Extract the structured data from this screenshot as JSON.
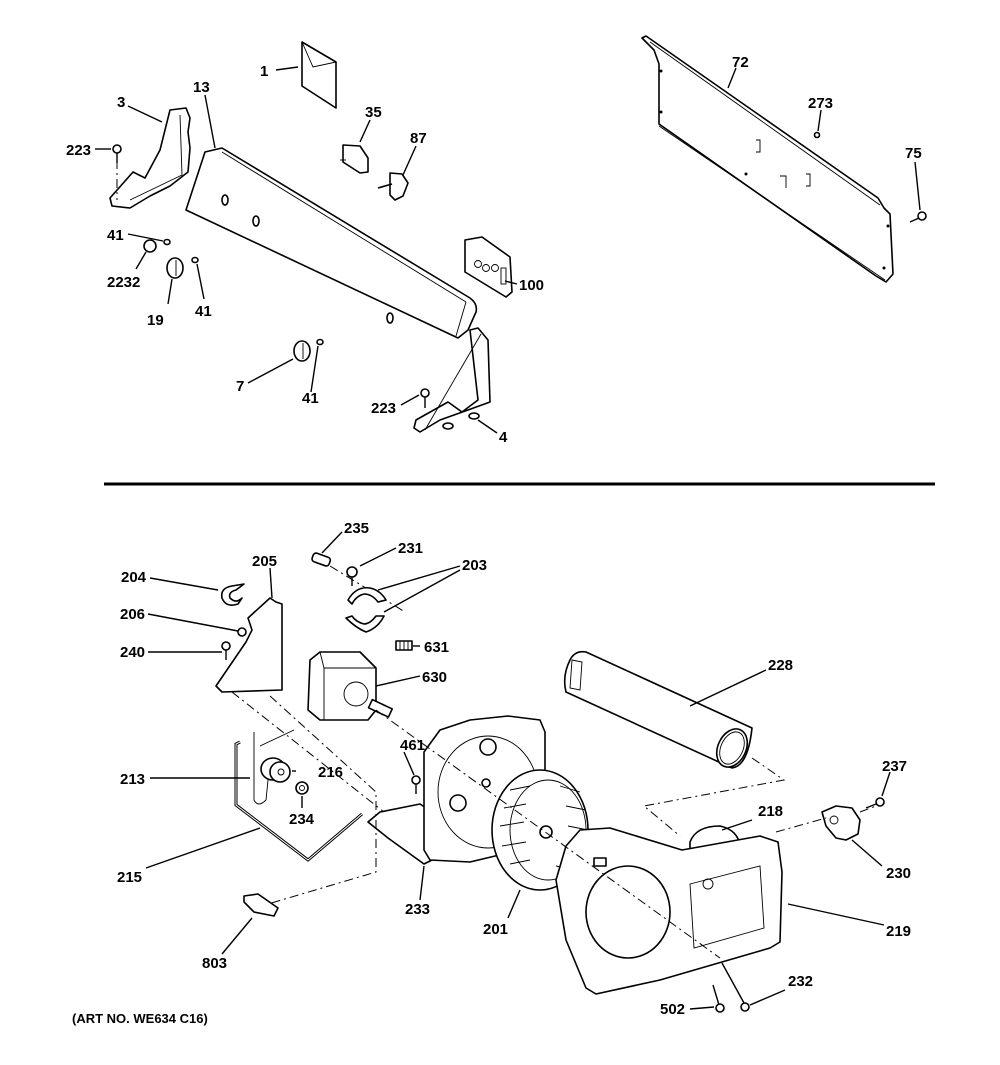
{
  "diagram": {
    "title": "Dryer Backsplash, Blower & Drive Motor Parts Diagram",
    "caption": "(ART NO. WE634 C16)",
    "sections": [
      {
        "name": "backsplash-controls",
        "callouts": [
          {
            "id": "1",
            "label": "1",
            "part": "envelope-literature"
          },
          {
            "id": "3",
            "label": "3",
            "part": "end-cap-left"
          },
          {
            "id": "13",
            "label": "13",
            "part": "backsplash-panel"
          },
          {
            "id": "35",
            "label": "35",
            "part": "switch"
          },
          {
            "id": "87",
            "label": "87",
            "part": "switch"
          },
          {
            "id": "223a",
            "label": "223",
            "part": "screw"
          },
          {
            "id": "41a",
            "label": "41",
            "part": "clip"
          },
          {
            "id": "2232",
            "label": "2232",
            "part": "knob"
          },
          {
            "id": "19",
            "label": "19",
            "part": "knob"
          },
          {
            "id": "41b",
            "label": "41",
            "part": "clip"
          },
          {
            "id": "100",
            "label": "100",
            "part": "timer"
          },
          {
            "id": "7",
            "label": "7",
            "part": "knob"
          },
          {
            "id": "41c",
            "label": "41",
            "part": "clip"
          },
          {
            "id": "223b",
            "label": "223",
            "part": "screw"
          },
          {
            "id": "4",
            "label": "4",
            "part": "end-cap-right"
          },
          {
            "id": "72",
            "label": "72",
            "part": "rear-panel"
          },
          {
            "id": "273",
            "label": "273",
            "part": "screw"
          },
          {
            "id": "75",
            "label": "75",
            "part": "screw"
          }
        ]
      },
      {
        "name": "blower-motor",
        "callouts": [
          {
            "id": "235",
            "label": "235",
            "part": "bolt"
          },
          {
            "id": "231",
            "label": "231",
            "part": "screw"
          },
          {
            "id": "203",
            "label": "203",
            "part": "motor-clamp"
          },
          {
            "id": "204",
            "label": "204",
            "part": "clip"
          },
          {
            "id": "205",
            "label": "205",
            "part": "idler-bracket"
          },
          {
            "id": "206",
            "label": "206",
            "part": "screw"
          },
          {
            "id": "240",
            "label": "240",
            "part": "screw"
          },
          {
            "id": "631",
            "label": "631",
            "part": "connector"
          },
          {
            "id": "630",
            "label": "630",
            "part": "drive-motor"
          },
          {
            "id": "228",
            "label": "228",
            "part": "exhaust-duct"
          },
          {
            "id": "461",
            "label": "461",
            "part": "screw"
          },
          {
            "id": "213",
            "label": "213",
            "part": "idler-arm"
          },
          {
            "id": "216",
            "label": "216",
            "part": "idler-pulley"
          },
          {
            "id": "234",
            "label": "234",
            "part": "washer"
          },
          {
            "id": "215",
            "label": "215",
            "part": "drive-belt"
          },
          {
            "id": "237",
            "label": "237",
            "part": "screw"
          },
          {
            "id": "218",
            "label": "218",
            "part": "seal"
          },
          {
            "id": "230",
            "label": "230",
            "part": "thermostat"
          },
          {
            "id": "233",
            "label": "233",
            "part": "motor-mount"
          },
          {
            "id": "201",
            "label": "201",
            "part": "blower-wheel"
          },
          {
            "id": "219",
            "label": "219",
            "part": "blower-housing"
          },
          {
            "id": "803",
            "label": "803",
            "part": "switch"
          },
          {
            "id": "502",
            "label": "502",
            "part": "screw"
          },
          {
            "id": "232",
            "label": "232",
            "part": "screw"
          }
        ]
      }
    ]
  }
}
